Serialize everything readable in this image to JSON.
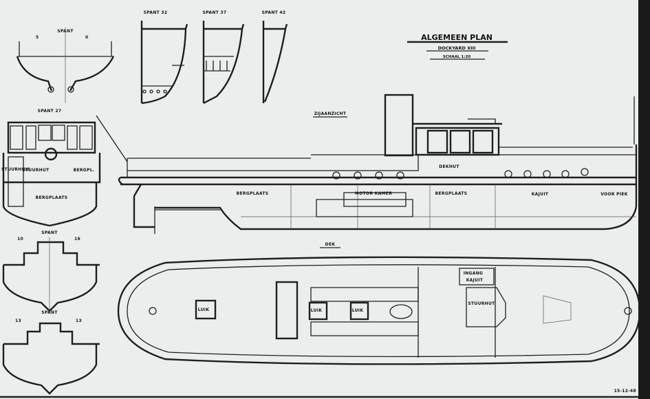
{
  "title": {
    "main": "ALGEMEEN PLAN",
    "sub": "DOCKYARD XIII",
    "scale": "SCHAAL 1:20"
  },
  "sections": {
    "spant_a": "SPANT",
    "spant_a_left": "5",
    "spant_a_right": "0",
    "spant_32": "SPANT 32",
    "spant_37": "SPANT 37",
    "spant_42": "SPANT 42",
    "spant_27": "SPANT 27",
    "spant_27_labels": {
      "left": "STUURHUIS",
      "mid": "STUURHUT",
      "right": "BERGPL.",
      "bottom": "BERGPLAATS"
    },
    "spant_b": "SPANT",
    "spant_b_left": "10",
    "spant_b_right": "16",
    "spant_c": "SPANT",
    "spant_c_left": "13",
    "spant_c_right": "13"
  },
  "side_view": {
    "title": "ZIJAANZICHT",
    "labels": [
      "DEKHUT",
      "BERGPLAATS",
      "MOTOR KAMER",
      "BERGPLAATS",
      "KAJUIT",
      "VOOR PIEK"
    ]
  },
  "deck_view": {
    "title": "DEK",
    "labels": {
      "hatch1": "LUIK",
      "hatch2": "LUIK",
      "hatch3": "LUIK",
      "entry": "INGANG",
      "cabin": "KAJUIT",
      "wheelhouse": "STUURHUT"
    }
  },
  "date": "15-12-48",
  "colors": {
    "paper": "#eceeed",
    "ink": "#1e1e1e"
  }
}
